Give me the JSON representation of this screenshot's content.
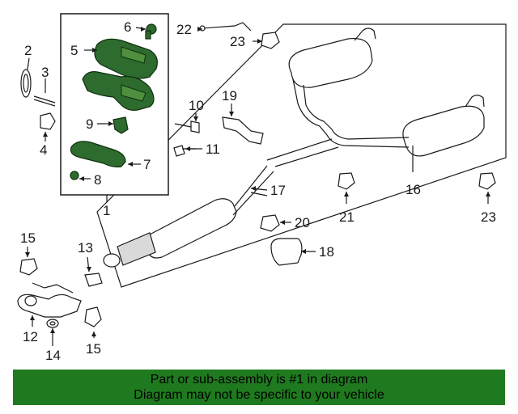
{
  "diagram": {
    "callouts": {
      "c1": "1",
      "c2": "2",
      "c3": "3",
      "c4": "4",
      "c5": "5",
      "c6": "6",
      "c7": "7",
      "c8": "8",
      "c9": "9",
      "c10": "10",
      "c11": "11",
      "c12": "12",
      "c13": "13",
      "c14": "14",
      "c15a": "15",
      "c15b": "15",
      "c16": "16",
      "c17": "17",
      "c18": "18",
      "c19": "19",
      "c20": "20",
      "c21": "21",
      "c22": "22",
      "c23a": "23",
      "c23b": "23"
    },
    "highlight_color": "#2e6b2e"
  },
  "footer": {
    "line1": "Part or sub-assembly is #1 in diagram",
    "line2": "Diagram may not be specific to your vehicle",
    "background": "#1f7a1f"
  }
}
